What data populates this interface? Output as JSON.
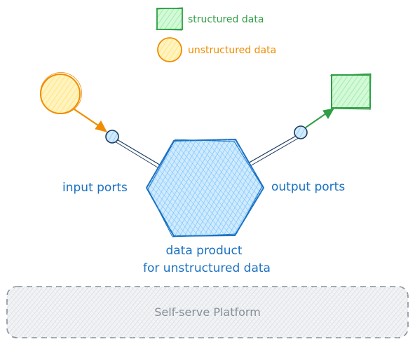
{
  "legend": {
    "structured_label": "structured data",
    "unstructured_label": "unstructured data"
  },
  "ports": {
    "input_label": "input ports",
    "output_label": "output ports"
  },
  "product": {
    "line1": "data product",
    "line2": "for unstructured data"
  },
  "platform": {
    "label": "Self-serve Platform"
  },
  "colors": {
    "structured_stroke": "#2f9e44",
    "structured_fill": "#b2f2bb",
    "unstructured_stroke": "#f08c00",
    "unstructured_fill": "#ffec99",
    "product_stroke": "#1971c2",
    "product_fill": "#a5d8ff",
    "platform_stroke": "#868e96",
    "platform_fill": "#e9ecef",
    "platform_text": "#868e96"
  }
}
